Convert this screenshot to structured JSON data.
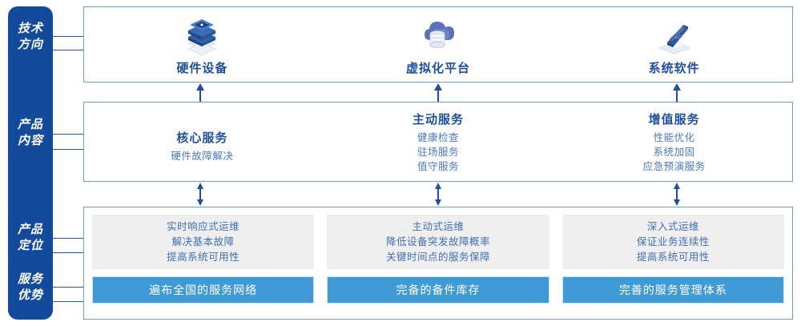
{
  "colors": {
    "rail_blue": "#134a9c",
    "box_border": "#6f9bd1",
    "title_blue": "#1f4e9c",
    "text_blue": "#4a79bd",
    "gray_panel": "#efefef",
    "bar_blue": "#409ad5",
    "arrow_blue": "#1f4e9c"
  },
  "rail": {
    "labels": [
      {
        "name": "tech-direction",
        "line1": "技术",
        "line2": "方向"
      },
      {
        "name": "product-content",
        "line1": "产品",
        "line2": "内容"
      },
      {
        "name": "product-position",
        "line1": "产品",
        "line2": "定位"
      },
      {
        "name": "service-advantage",
        "line1": "服务",
        "line2": "优势"
      }
    ]
  },
  "tech_row": {
    "items": [
      {
        "icon": "server-stack-icon",
        "label": "硬件设备"
      },
      {
        "icon": "cloud-database-icon",
        "label": "虚拟化平台"
      },
      {
        "icon": "laptop-code-icon",
        "label": "系统软件"
      }
    ]
  },
  "content_row": {
    "columns": [
      {
        "title": "核心服务",
        "items": [
          "硬件故障解决"
        ]
      },
      {
        "title": "主动服务",
        "items": [
          "健康检查",
          "驻场服务",
          "值守服务"
        ]
      },
      {
        "title": "增值服务",
        "items": [
          "性能优化",
          "系统加固",
          "应急预演服务"
        ]
      }
    ]
  },
  "bottom_row": {
    "positioning": [
      {
        "lines": [
          "实时响应式运维",
          "解决基本故障",
          "提高系统可用性"
        ]
      },
      {
        "lines": [
          "主动式运维",
          "降低设备突发故障概率",
          "关键时间点的服务保障"
        ]
      },
      {
        "lines": [
          "深入式运维",
          "保证业务连续性",
          "提高系统可用性"
        ]
      }
    ],
    "advantages": [
      {
        "label": "遍布全国的服务网络"
      },
      {
        "label": "完备的备件库存"
      },
      {
        "label": "完善的服务管理体系"
      }
    ]
  }
}
